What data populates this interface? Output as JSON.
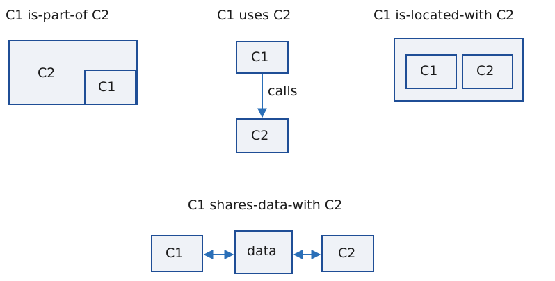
{
  "relations": {
    "part_of": {
      "title": "C1 is-part-of C2",
      "outer": "C2",
      "inner": "C1"
    },
    "uses": {
      "title": "C1 uses C2",
      "source": "C1",
      "target": "C2",
      "edge_label": "calls"
    },
    "located_with": {
      "title": "C1 is-located-with C2",
      "left": "C1",
      "right": "C2"
    },
    "shares_data": {
      "title": "C1 shares-data-with C2",
      "left": "C1",
      "middle": "data",
      "right": "C2"
    }
  },
  "colors": {
    "border": "#1f4e96",
    "fill": "#eff2f7",
    "arrow": "#2a6fb8",
    "text": "#1a1a1a"
  }
}
